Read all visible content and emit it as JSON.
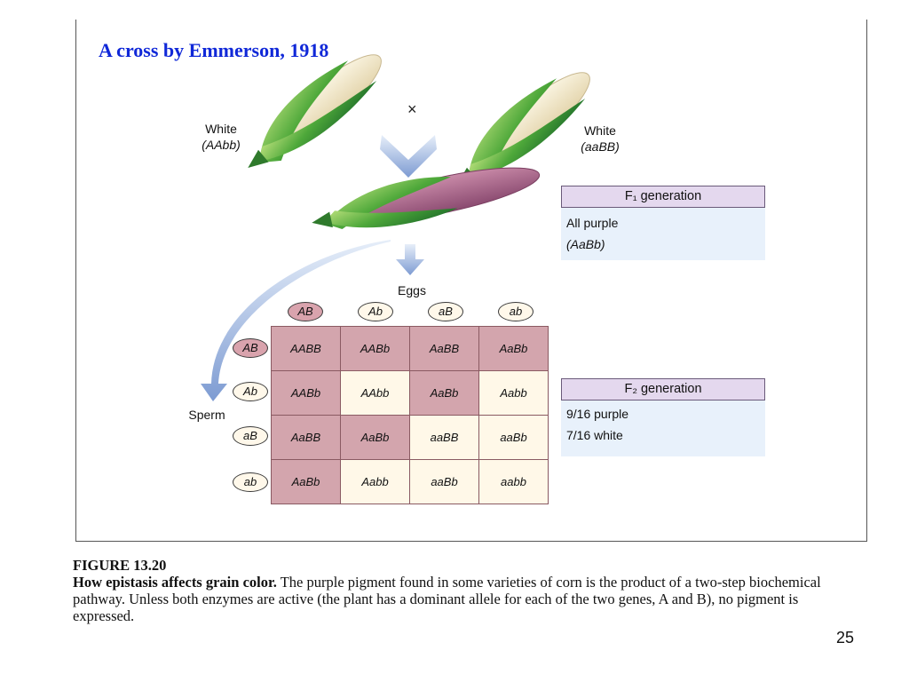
{
  "title": "A cross by Emmerson, 1918",
  "parents": {
    "left": {
      "color": "White",
      "genotype": "(AAbb)"
    },
    "right": {
      "color": "White",
      "genotype": "(aaBB)"
    },
    "cross_symbol": "×"
  },
  "f1": {
    "header": "F₁ generation",
    "line1": "All purple",
    "line2": "(AaBb)"
  },
  "f2": {
    "header": "F₂ generation",
    "line1": "9/16 purple",
    "line2": "7/16 white"
  },
  "eggs_label": "Eggs",
  "sperm_label": "Sperm",
  "egg_gametes": [
    "AB",
    "Ab",
    "aB",
    "ab"
  ],
  "sperm_gametes": [
    "AB",
    "Ab",
    "aB",
    "ab"
  ],
  "punnett": [
    [
      "AABB",
      "AABb",
      "AaBB",
      "AaBb"
    ],
    [
      "AABb",
      "AAbb",
      "AaBb",
      "Aabb"
    ],
    [
      "AaBB",
      "AaBb",
      "aaBB",
      "aaBb"
    ],
    [
      "AaBb",
      "Aabb",
      "aaBb",
      "aabb"
    ]
  ],
  "punnett_phenotype": [
    [
      "purple",
      "purple",
      "purple",
      "purple"
    ],
    [
      "purple",
      "white",
      "purple",
      "white"
    ],
    [
      "purple",
      "purple",
      "white",
      "white"
    ],
    [
      "purple",
      "white",
      "white",
      "white"
    ]
  ],
  "colors": {
    "purple_cell": "#d3a5ad",
    "white_cell": "#fff8e8",
    "title": "#1028d8",
    "arrow": "#8fa9d8"
  },
  "caption": {
    "figure": "FIGURE 13.20",
    "bold": "How epistasis affects grain color.",
    "text": " The purple pigment found in some varieties of corn is the product of a two-step biochemical pathway. Unless both enzymes are active (the plant has a dominant allele for each of the two genes, A and B), no pigment is expressed."
  },
  "page_number": "25"
}
